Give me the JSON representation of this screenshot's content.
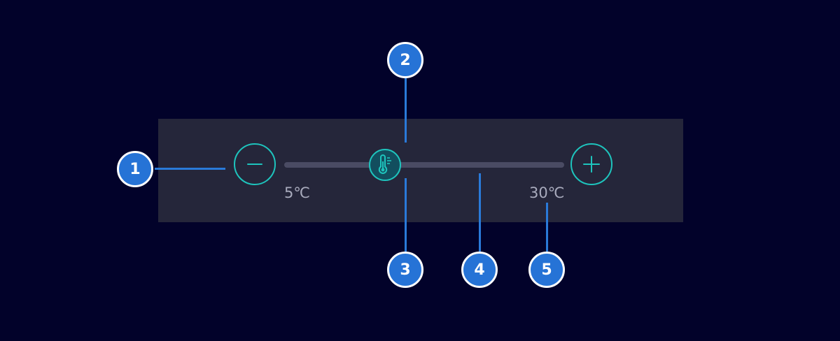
{
  "temperature_slider": {
    "min_label": "5℃",
    "max_label": "30℃",
    "min_value": 5,
    "max_value": 30,
    "current_value": 14,
    "decrease_icon": "minus-icon",
    "increase_icon": "plus-icon",
    "thumb_icon": "thermometer-icon"
  },
  "callouts": [
    {
      "number": "1"
    },
    {
      "number": "2"
    },
    {
      "number": "3"
    },
    {
      "number": "4"
    },
    {
      "number": "5"
    }
  ],
  "colors": {
    "background": "#02022a",
    "panel": "#25263a",
    "accent": "#1ec4bd",
    "track": "#4a4b63",
    "callout": "#2673d6"
  }
}
